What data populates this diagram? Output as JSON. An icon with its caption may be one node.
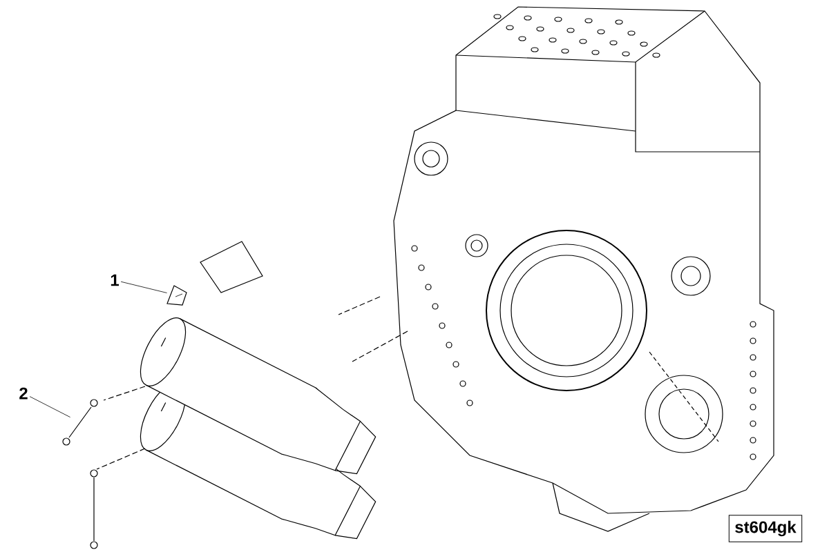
{
  "diagram": {
    "nodes": [
      {
        "text": [
          "1"
        ]
      },
      {
        "text": [],
        "shape": "picture"
      },
      {
        "text": [
          "2"
        ]
      },
      {
        "text": [],
        "shape": "picture"
      },
      {
        "text": [
          "st604gk"
        ]
      }
    ],
    "edges": [
      {
        "from": 0,
        "to": 1,
        "arrow": "none"
      },
      {
        "from": 2,
        "to": 3,
        "arrow": "none"
      }
    ]
  }
}
